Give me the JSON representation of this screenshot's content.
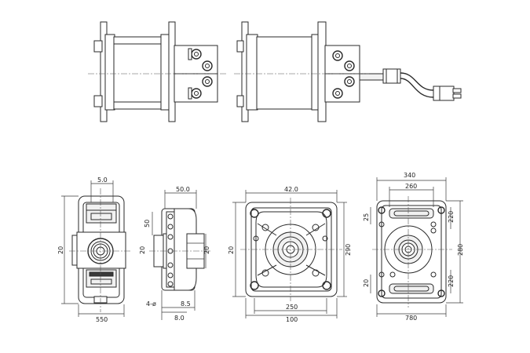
{
  "dimensions": {
    "view1": {
      "top": "5.0",
      "left": "20",
      "bottom": "550"
    },
    "view2": {
      "top": "50.0",
      "left": "50",
      "mid": "20",
      "right": "20",
      "b1": "8.5",
      "b2": "8.0",
      "note": "4-ø"
    },
    "view3": {
      "top": "42.0",
      "left": "20",
      "right": "290",
      "b1": "250",
      "b2": "100"
    },
    "view4": {
      "top1": "340",
      "top2": "260",
      "l1": "25",
      "l2": "20",
      "r1": "220",
      "r2": "280",
      "r3": "220",
      "bottom": "780"
    }
  }
}
